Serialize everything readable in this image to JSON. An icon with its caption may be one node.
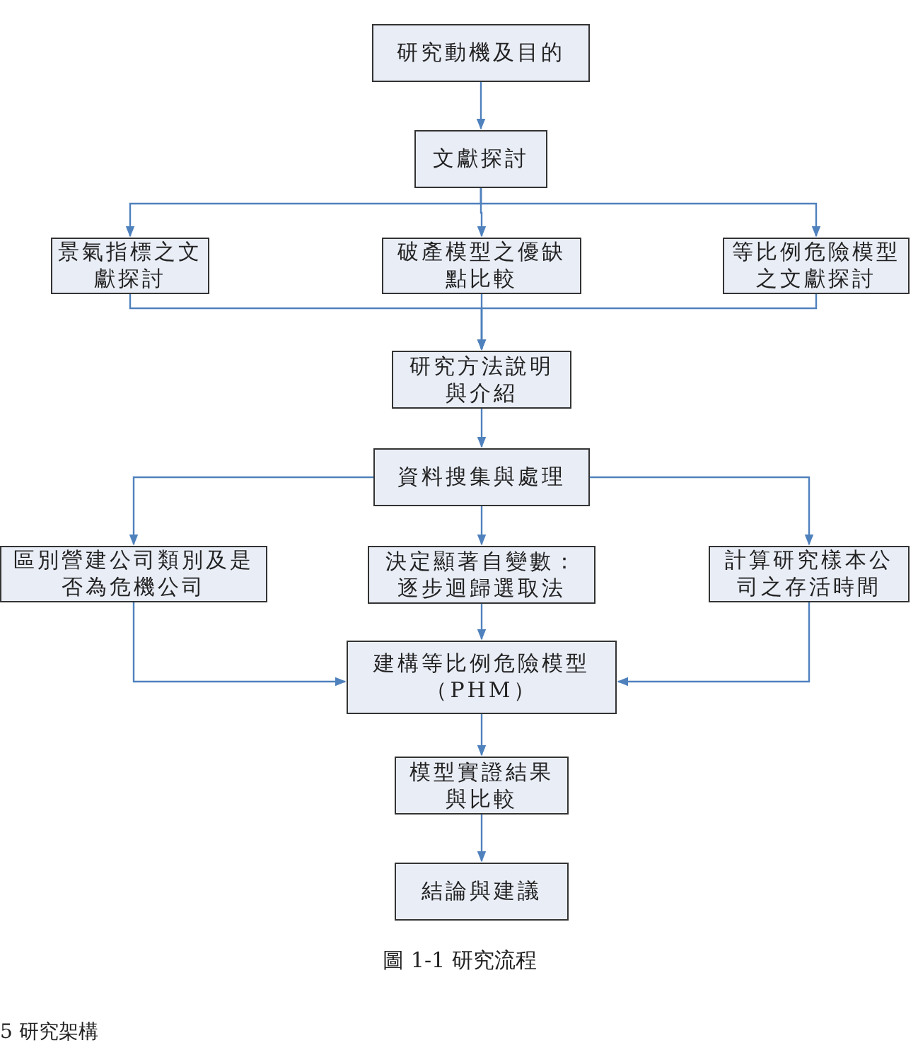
{
  "diagram": {
    "caption": "圖 1-1 研究流程",
    "nodes": [
      {
        "text": [
          "研究動機及目的"
        ]
      },
      {
        "text": [
          "文獻探討"
        ]
      },
      {
        "text": [
          "景氣指標之文獻探討"
        ]
      },
      {
        "text": [
          "破產模型之優缺點比較"
        ]
      },
      {
        "text": [
          "等比例危險模型之文獻探討"
        ]
      },
      {
        "text": [
          "研究方法說明與介紹"
        ]
      },
      {
        "text": [
          "資料搜集與處理"
        ]
      },
      {
        "text": [
          "區別營建公司類別及是否為危機公司"
        ]
      },
      {
        "text": [
          "決定顯著自變數：逐步迴歸選取法"
        ]
      },
      {
        "text": [
          "計算研究樣本公司之存活時間"
        ]
      },
      {
        "text": [
          "建構等比例危險模型（PHM）"
        ]
      },
      {
        "text": [
          "模型實證結果與比較"
        ]
      },
      {
        "text": [
          "結論與建議"
        ]
      }
    ],
    "edges": [
      {
        "from": 0,
        "to": 1,
        "arrow": "to"
      },
      {
        "from": 1,
        "to": 2,
        "arrow": "to"
      },
      {
        "from": 1,
        "to": 3,
        "arrow": "to"
      },
      {
        "from": 1,
        "to": 4,
        "arrow": "to"
      },
      {
        "from": 2,
        "to": 5,
        "arrow": "to"
      },
      {
        "from": 3,
        "to": 5,
        "arrow": "to"
      },
      {
        "from": 4,
        "to": 5,
        "arrow": "to"
      },
      {
        "from": 5,
        "to": 6,
        "arrow": "to"
      },
      {
        "from": 6,
        "to": 7,
        "arrow": "to"
      },
      {
        "from": 6,
        "to": 8,
        "arrow": "to"
      },
      {
        "from": 6,
        "to": 9,
        "arrow": "to"
      },
      {
        "from": 7,
        "to": 10,
        "arrow": "to"
      },
      {
        "from": 8,
        "to": 10,
        "arrow": "to"
      },
      {
        "from": 9,
        "to": 10,
        "arrow": "to"
      },
      {
        "from": 10,
        "to": 11,
        "arrow": "to"
      },
      {
        "from": 11,
        "to": 12,
        "arrow": "to"
      }
    ],
    "labels": [
      "5 研究架構"
    ]
  }
}
